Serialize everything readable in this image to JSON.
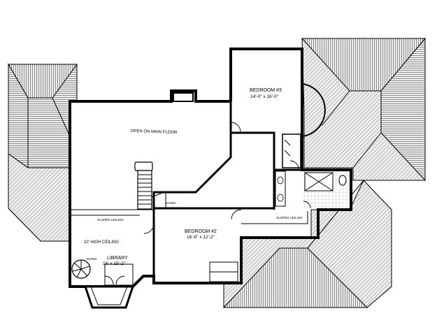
{
  "plan": {
    "rooms": {
      "bedroom3": {
        "name": "BEDROOM #3",
        "size": "14'-0\" x 16'-0\""
      },
      "bedroom2": {
        "name": "BEDROOM #2",
        "size": "16'-8\" x 12'-2\""
      },
      "library": {
        "name": "LIBRARY",
        "size": "16' x 15'-2\""
      }
    },
    "notes": {
      "open_on_main_floor": "OPEN ON MAIN FLOOR",
      "sloped_ceiling_library": "SLOPED CEILING",
      "high_ceiling": "10' HIGH CEILING",
      "sloped_ceiling_bedroom2": "SLOPED CEILING",
      "down_stair": "DOWN",
      "down_spiral": "DOWN"
    },
    "colors": {
      "roof": "#d2d2d2",
      "line": "#000000",
      "background": "#ffffff"
    }
  }
}
